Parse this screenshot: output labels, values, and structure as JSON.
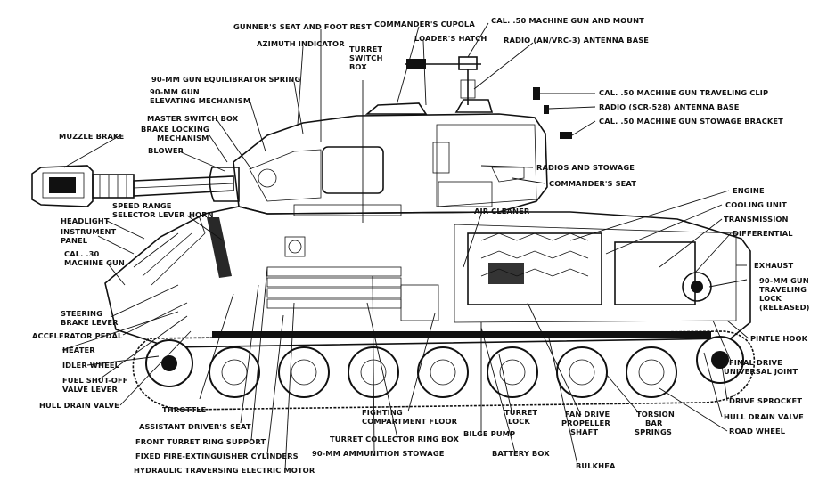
{
  "labels": {
    "gunners_seat": "GUNNER'S SEAT AND FOOT REST",
    "commanders_cupola": "COMMANDER'S CUPOLA",
    "cal50_mount": "CAL. .50 MACHINE GUN AND MOUNT",
    "loaders_hatch": "LOADER'S HATCH",
    "radio_vrc3": "RADIO (AN/VRC-3) ANTENNA BASE",
    "azimuth_indicator": "AZIMUTH INDICATOR",
    "turret_switch_box_1": "TURRET",
    "turret_switch_box_2": "SWITCH",
    "turret_switch_box_3": "BOX",
    "equilibrator_spring": "90-MM GUN EQUILIBRATOR SPRING",
    "elevating_mechanism_1": "90-MM GUN",
    "elevating_mechanism_2": "ELEVATING MECHANISM",
    "traveling_clip": "CAL. .50 MACHINE GUN TRAVELING CLIP",
    "radio_scr528": "RADIO (SCR-528) ANTENNA BASE",
    "stowage_bracket": "CAL. .50 MACHINE GUN STOWAGE BRACKET",
    "master_switch_box": "MASTER SWITCH BOX",
    "brake_locking_1": "BRAKE LOCKING",
    "brake_locking_2": "MECHANISM",
    "muzzle_brake": "MUZZLE BRAKE",
    "blower": "BLOWER",
    "radios_stowage": "RADIOS AND STOWAGE",
    "commanders_seat": "COMMANDER'S SEAT",
    "engine": "ENGINE",
    "cooling_unit": "COOLING UNIT",
    "transmission": "TRANSMISSION",
    "differential": "DIFFERENTIAL",
    "speed_range_1": "SPEED RANGE",
    "speed_range_2": "SELECTOR LEVER",
    "horn": "HORN",
    "headlight": "HEADLIGHT",
    "instrument_panel_1": "INSTRUMENT",
    "instrument_panel_2": "PANEL",
    "cal30_1": "CAL. .30",
    "cal30_2": "MACHINE GUN",
    "air_cleaner": "AIR CLEANER",
    "exhaust": "EXHAUST",
    "gun_traveling_lock_1": "90-MM GUN",
    "gun_traveling_lock_2": "TRAVELING",
    "gun_traveling_lock_3": "LOCK",
    "gun_traveling_lock_4": "(RELEASED)",
    "steering_brake_1": "STEERING",
    "steering_brake_2": "BRAKE LEVER",
    "accelerator_pedal": "ACCELERATOR PEDAL",
    "heater": "HEATER",
    "idler_wheel": "IDLER WHEEL",
    "fuel_shutoff_1": "FUEL SHUT-OFF",
    "fuel_shutoff_2": "VALVE LEVER",
    "hull_drain_valve_front": "HULL DRAIN VALVE",
    "throttle": "THROTTLE",
    "pintle_hook": "PINTLE HOOK",
    "final_drive_1": "FINAL DRIVE",
    "final_drive_2": "UNIVERSAL JOINT",
    "drive_sprocket": "DRIVE SPROCKET",
    "hull_drain_valve_rear": "HULL DRAIN VALVE",
    "road_wheel": "ROAD WHEEL",
    "assistant_drivers_seat": "ASSISTANT DRIVER'S SEAT",
    "front_turret_ring": "FRONT TURRET RING SUPPORT",
    "fire_extinguisher": "FIXED FIRE-EXTINGUISHER CYLINDERS",
    "hydraulic_motor": "HYDRAULIC TRAVERSING ELECTRIC MOTOR",
    "fighting_floor_1": "FIGHTING",
    "fighting_floor_2": "COMPARTMENT FLOOR",
    "turret_collector": "TURRET COLLECTOR RING BOX",
    "ammunition_stowage": "90-MM AMMUNITION STOWAGE",
    "turret_lock_1": "TURRET",
    "turret_lock_2": "LOCK",
    "bilge_pump": "BILGE PUMP",
    "battery_box": "BATTERY BOX",
    "fan_drive_1": "FAN DRIVE",
    "fan_drive_2": "PROPELLER",
    "fan_drive_3": "SHAFT",
    "torsion_bar_1": "TORSION",
    "torsion_bar_2": "BAR",
    "torsion_bar_3": "SPRINGS",
    "bulkhead": "BULKHEA"
  }
}
